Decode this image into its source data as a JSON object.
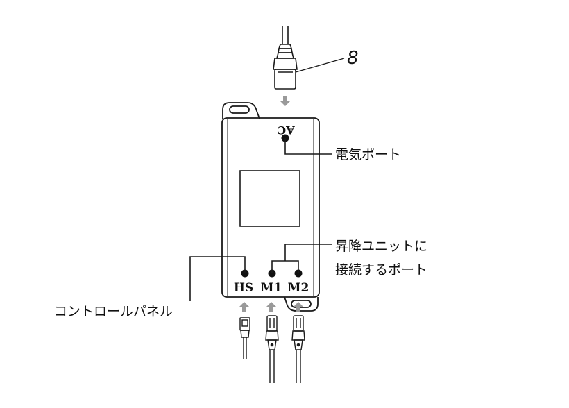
{
  "callout_number": "8",
  "labels": {
    "power_port": "電気ポート",
    "lift_port_line1": "昇降ユニットに",
    "lift_port_line2": "接続するポート",
    "control_panel": "コントロールパネル"
  },
  "ports": {
    "ac": "AC",
    "hs": "HS",
    "m1": "M1",
    "m2": "M2"
  },
  "colors": {
    "line": "#1a1a1a",
    "arrow": "#9a9a9a"
  }
}
